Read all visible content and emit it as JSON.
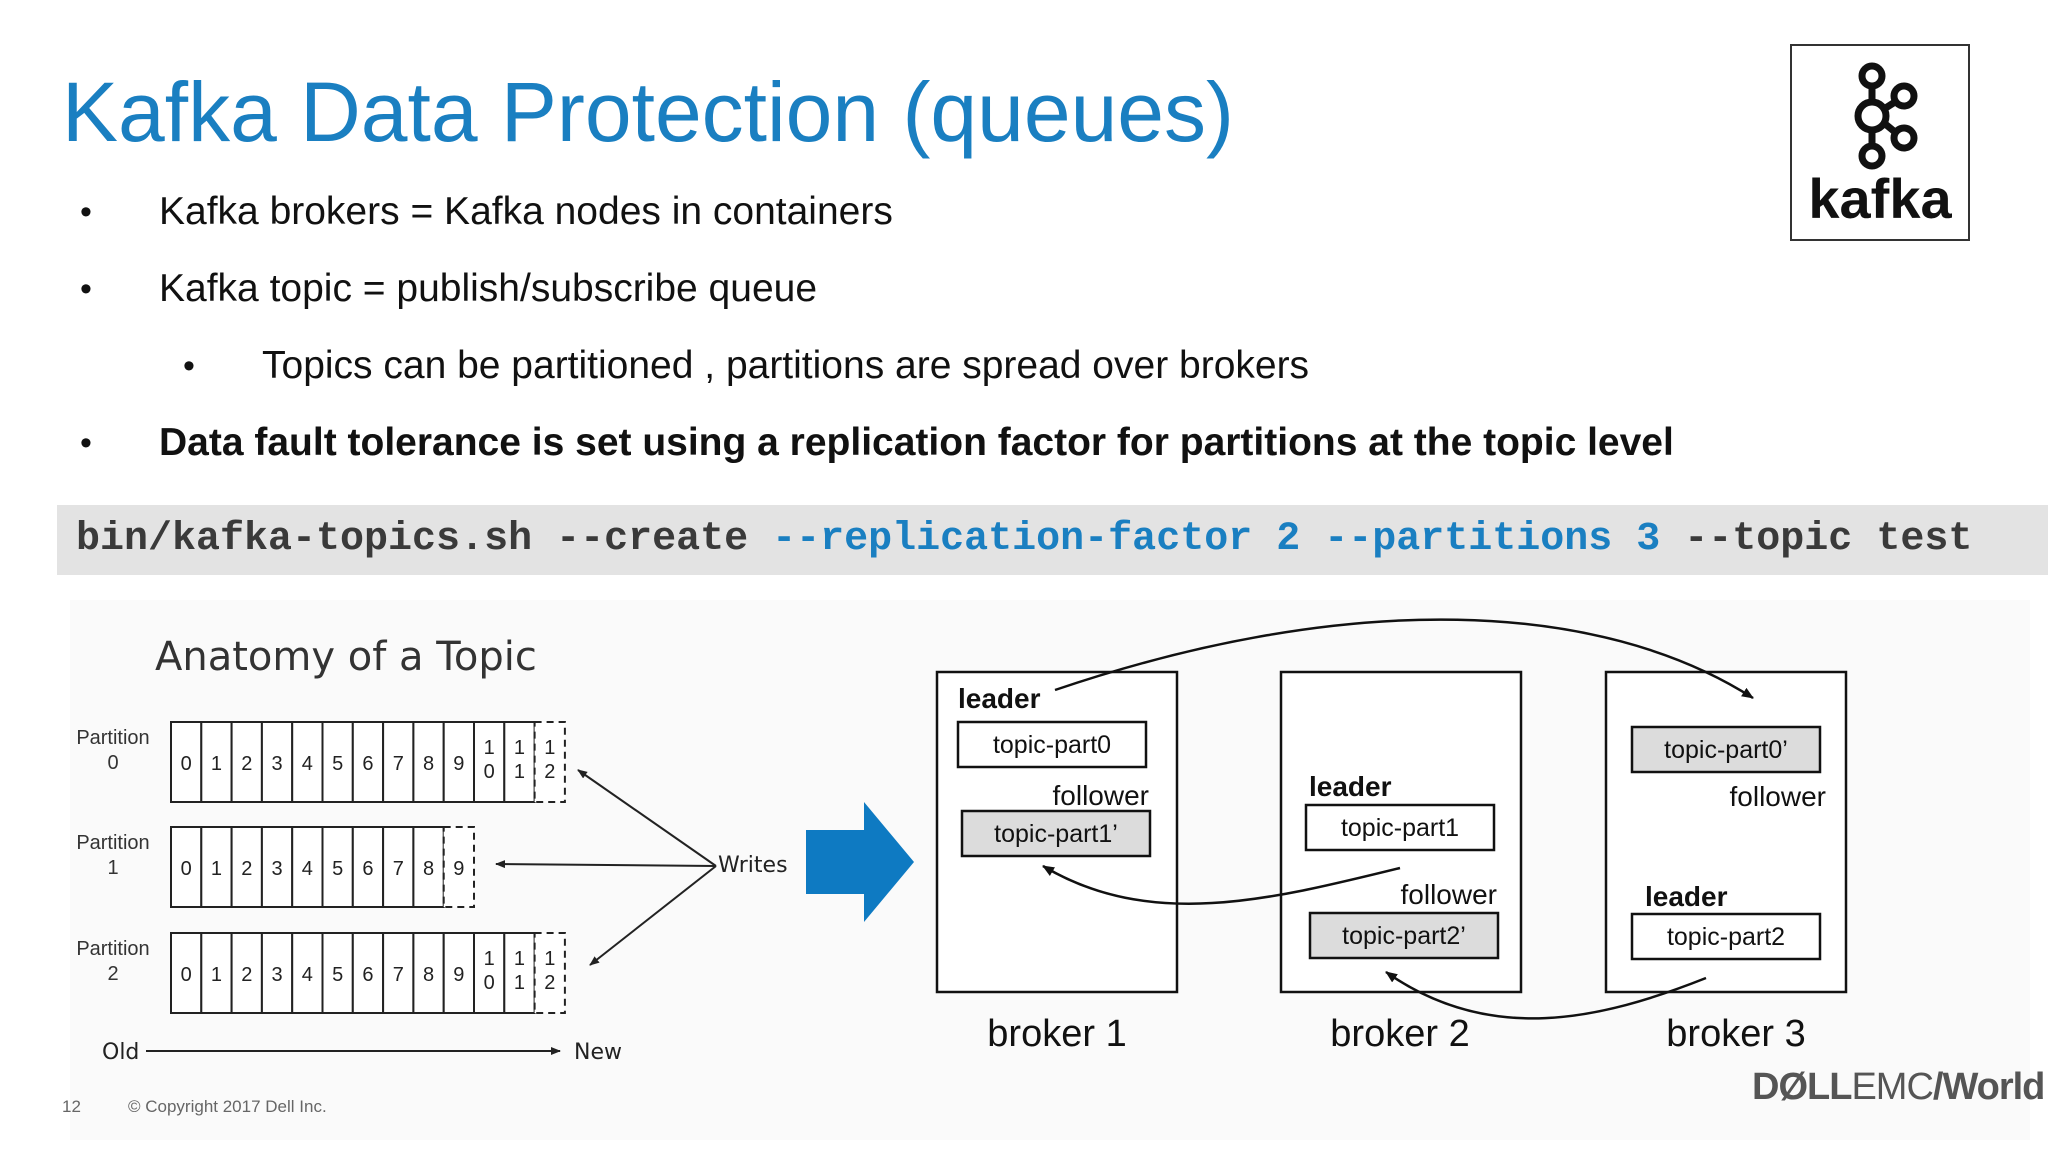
{
  "slide": {
    "title": "Kafka Data Protection (queues)",
    "bullets": [
      {
        "text": "Kafka brokers = Kafka nodes in containers",
        "level": 1,
        "bold": false
      },
      {
        "text": "Kafka topic = publish/subscribe queue",
        "level": 1,
        "bold": false
      },
      {
        "text": "Topics can be partitioned , partitions are spread over brokers",
        "level": 2,
        "bold": false
      },
      {
        "text": "Data fault tolerance is set using a replication factor for partitions at the topic level",
        "level": 1,
        "bold": true
      }
    ],
    "bullet_glyph": "•",
    "command": {
      "part1": "bin/kafka-topics.sh --create ",
      "part2": "--replication-factor 2 --partitions 3",
      "part3": " --topic test"
    },
    "logo_text": "kafka",
    "footer": {
      "page_number": "12",
      "copyright": "© Copyright 2017 Dell Inc.",
      "brand_dell": "DØLL",
      "brand_emc": "EMC",
      "brand_world": "/World"
    },
    "colors": {
      "accent": "#1a7fc1",
      "arrow_fill": "#0e7ac2",
      "replica_fill": "#dcdcdc"
    }
  },
  "anatomy": {
    "title": "Anatomy of a Topic",
    "partitions": [
      {
        "label_line1": "Partition",
        "label_line2": "0",
        "cells": [
          "0",
          "1",
          "2",
          "3",
          "4",
          "5",
          "6",
          "7",
          "8",
          "9",
          "10",
          "11"
        ],
        "next": "12"
      },
      {
        "label_line1": "Partition",
        "label_line2": "1",
        "cells": [
          "0",
          "1",
          "2",
          "3",
          "4",
          "5",
          "6",
          "7",
          "8"
        ],
        "next": "9"
      },
      {
        "label_line1": "Partition",
        "label_line2": "2",
        "cells": [
          "0",
          "1",
          "2",
          "3",
          "4",
          "5",
          "6",
          "7",
          "8",
          "9",
          "10",
          "11"
        ],
        "next": "12"
      }
    ],
    "writes_label": "Writes",
    "old_label": "Old",
    "new_label": "New"
  },
  "brokers": [
    {
      "name": "broker 1",
      "leader_label": "leader",
      "leader_part": "topic-part0",
      "follower_label": "follower",
      "follower_part": "topic-part1’"
    },
    {
      "name": "broker 2",
      "leader_label": "leader",
      "leader_part": "topic-part1",
      "follower_label": "follower",
      "follower_part": "topic-part2’"
    },
    {
      "name": "broker 3",
      "leader_label": "leader",
      "leader_part": "topic-part2",
      "follower_label": "follower",
      "follower_part": "topic-part0’"
    }
  ]
}
